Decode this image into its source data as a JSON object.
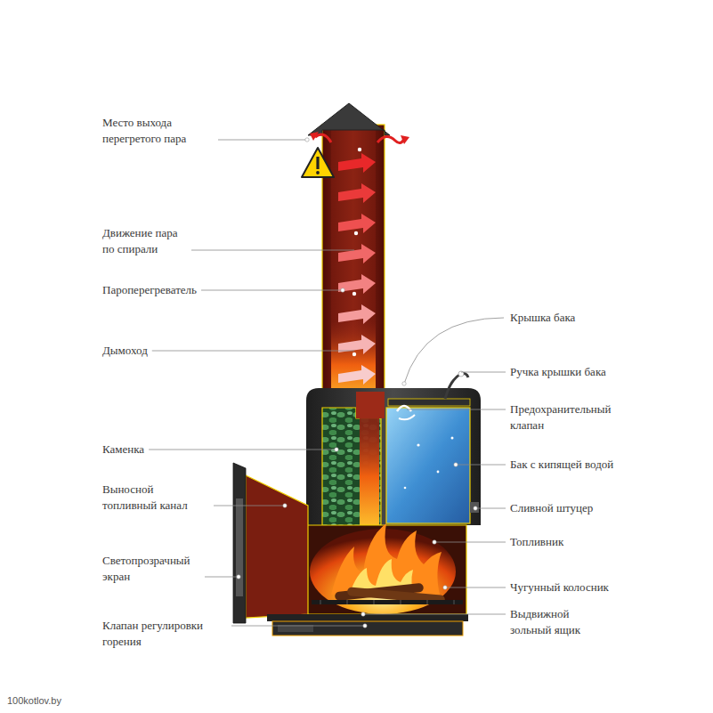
{
  "diagram": {
    "labels": [
      "Место выхода перегретого пара",
      "Движение пара по спирали",
      "Пароперегреватель",
      "Дымоход",
      "Каменка",
      "Выносной топливный канал",
      "Светопрозрачный экран",
      "Клапан регулировки горения",
      "Крышка бака",
      "Ручка крышки бака",
      "Предохранительный клапан",
      "Бак с кипящей водой",
      "Сливной штуцер",
      "Топливник",
      "Чугунный колосник",
      "Выдвижной зольный ящик",
      "100kotlov.by"
    ]
  }
}
